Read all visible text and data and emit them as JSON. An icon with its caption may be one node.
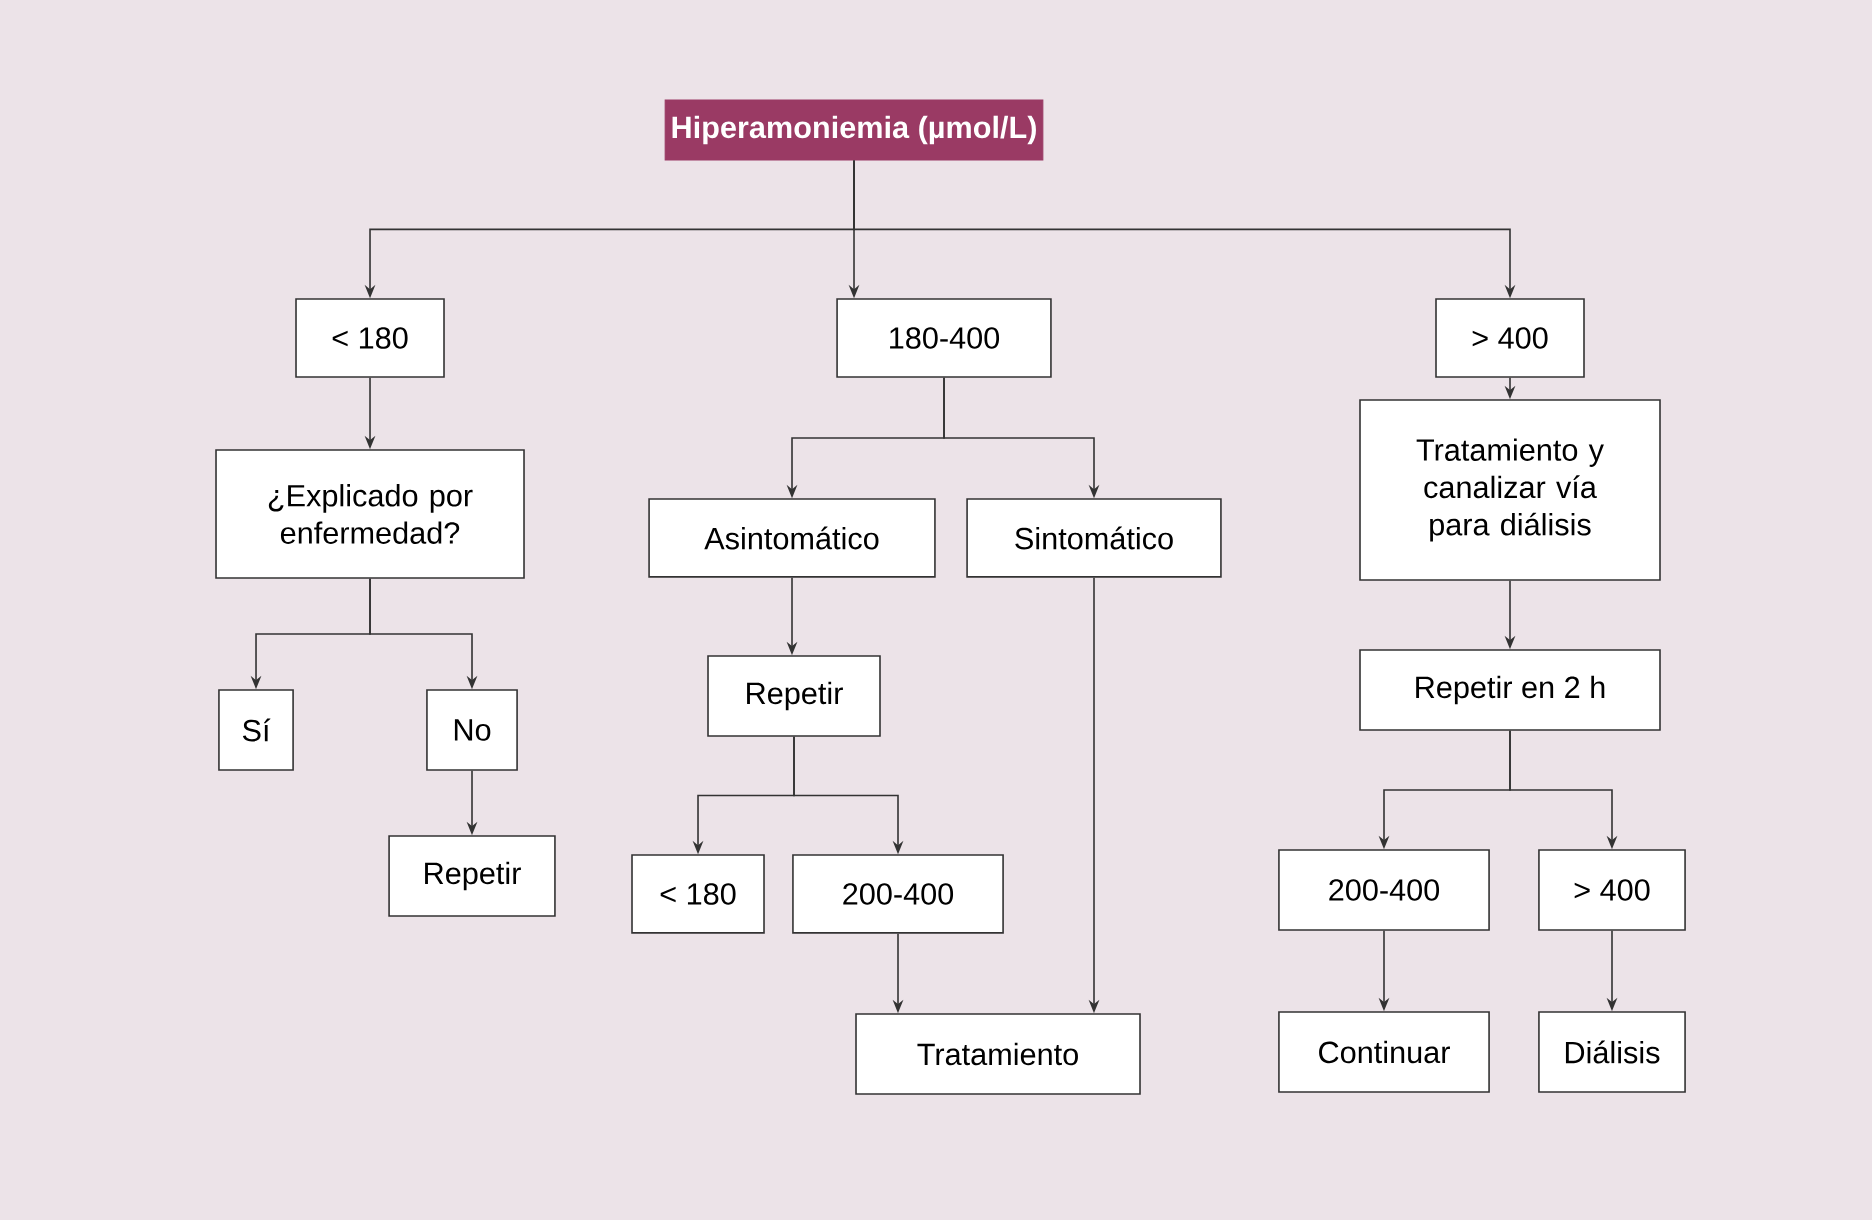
{
  "diagram": {
    "nodes": [
      {
        "text": [
          "Hiperamoniemia (µmol/L)"
        ]
      },
      {
        "text": [
          "< 180"
        ]
      },
      {
        "text": [
          "180-400"
        ]
      },
      {
        "text": [
          "> 400"
        ]
      },
      {
        "text": [
          "¿Explicado por enfermedad?"
        ]
      },
      {
        "text": [
          "Asintomático"
        ]
      },
      {
        "text": [
          "Sintomático"
        ]
      },
      {
        "text": [
          "Tratamiento y canalizar vía para diálisis"
        ]
      },
      {
        "text": [
          "Sí"
        ]
      },
      {
        "text": [
          "No"
        ]
      },
      {
        "text": [
          "Repetir"
        ]
      },
      {
        "text": [
          "Repetir en 2 h"
        ]
      },
      {
        "text": [
          "Repetir"
        ]
      },
      {
        "text": [
          "< 180"
        ]
      },
      {
        "text": [
          "200-400"
        ]
      },
      {
        "text": [
          "200-400"
        ]
      },
      {
        "text": [
          "> 400"
        ]
      },
      {
        "text": [
          "Tratamiento"
        ]
      },
      {
        "text": [
          "Continuar"
        ]
      },
      {
        "text": [
          "Diálisis"
        ]
      }
    ],
    "edges": [
      {
        "from": 0,
        "to": 1,
        "arrow": "to"
      },
      {
        "from": 0,
        "to": 2,
        "arrow": "to"
      },
      {
        "from": 0,
        "to": 3,
        "arrow": "to"
      },
      {
        "from": 1,
        "to": 4,
        "arrow": "to"
      },
      {
        "from": 4,
        "to": 8,
        "arrow": "to"
      },
      {
        "from": 4,
        "to": 9,
        "arrow": "to"
      },
      {
        "from": 9,
        "to": 12,
        "arrow": "to"
      },
      {
        "from": 2,
        "to": 5,
        "arrow": "to"
      },
      {
        "from": 2,
        "to": 6,
        "arrow": "to"
      },
      {
        "from": 5,
        "to": 10,
        "arrow": "to"
      },
      {
        "from": 10,
        "to": 13,
        "arrow": "to"
      },
      {
        "from": 10,
        "to": 14,
        "arrow": "to"
      },
      {
        "from": 14,
        "to": 17,
        "arrow": "to"
      },
      {
        "from": 6,
        "to": 17,
        "arrow": "to"
      },
      {
        "from": 3,
        "to": 7,
        "arrow": "to"
      },
      {
        "from": 7,
        "to": 11,
        "arrow": "to"
      },
      {
        "from": 11,
        "to": 15,
        "arrow": "to"
      },
      {
        "from": 11,
        "to": 16,
        "arrow": "to"
      },
      {
        "from": 15,
        "to": 18,
        "arrow": "to"
      },
      {
        "from": 16,
        "to": 19,
        "arrow": "to"
      }
    ]
  }
}
